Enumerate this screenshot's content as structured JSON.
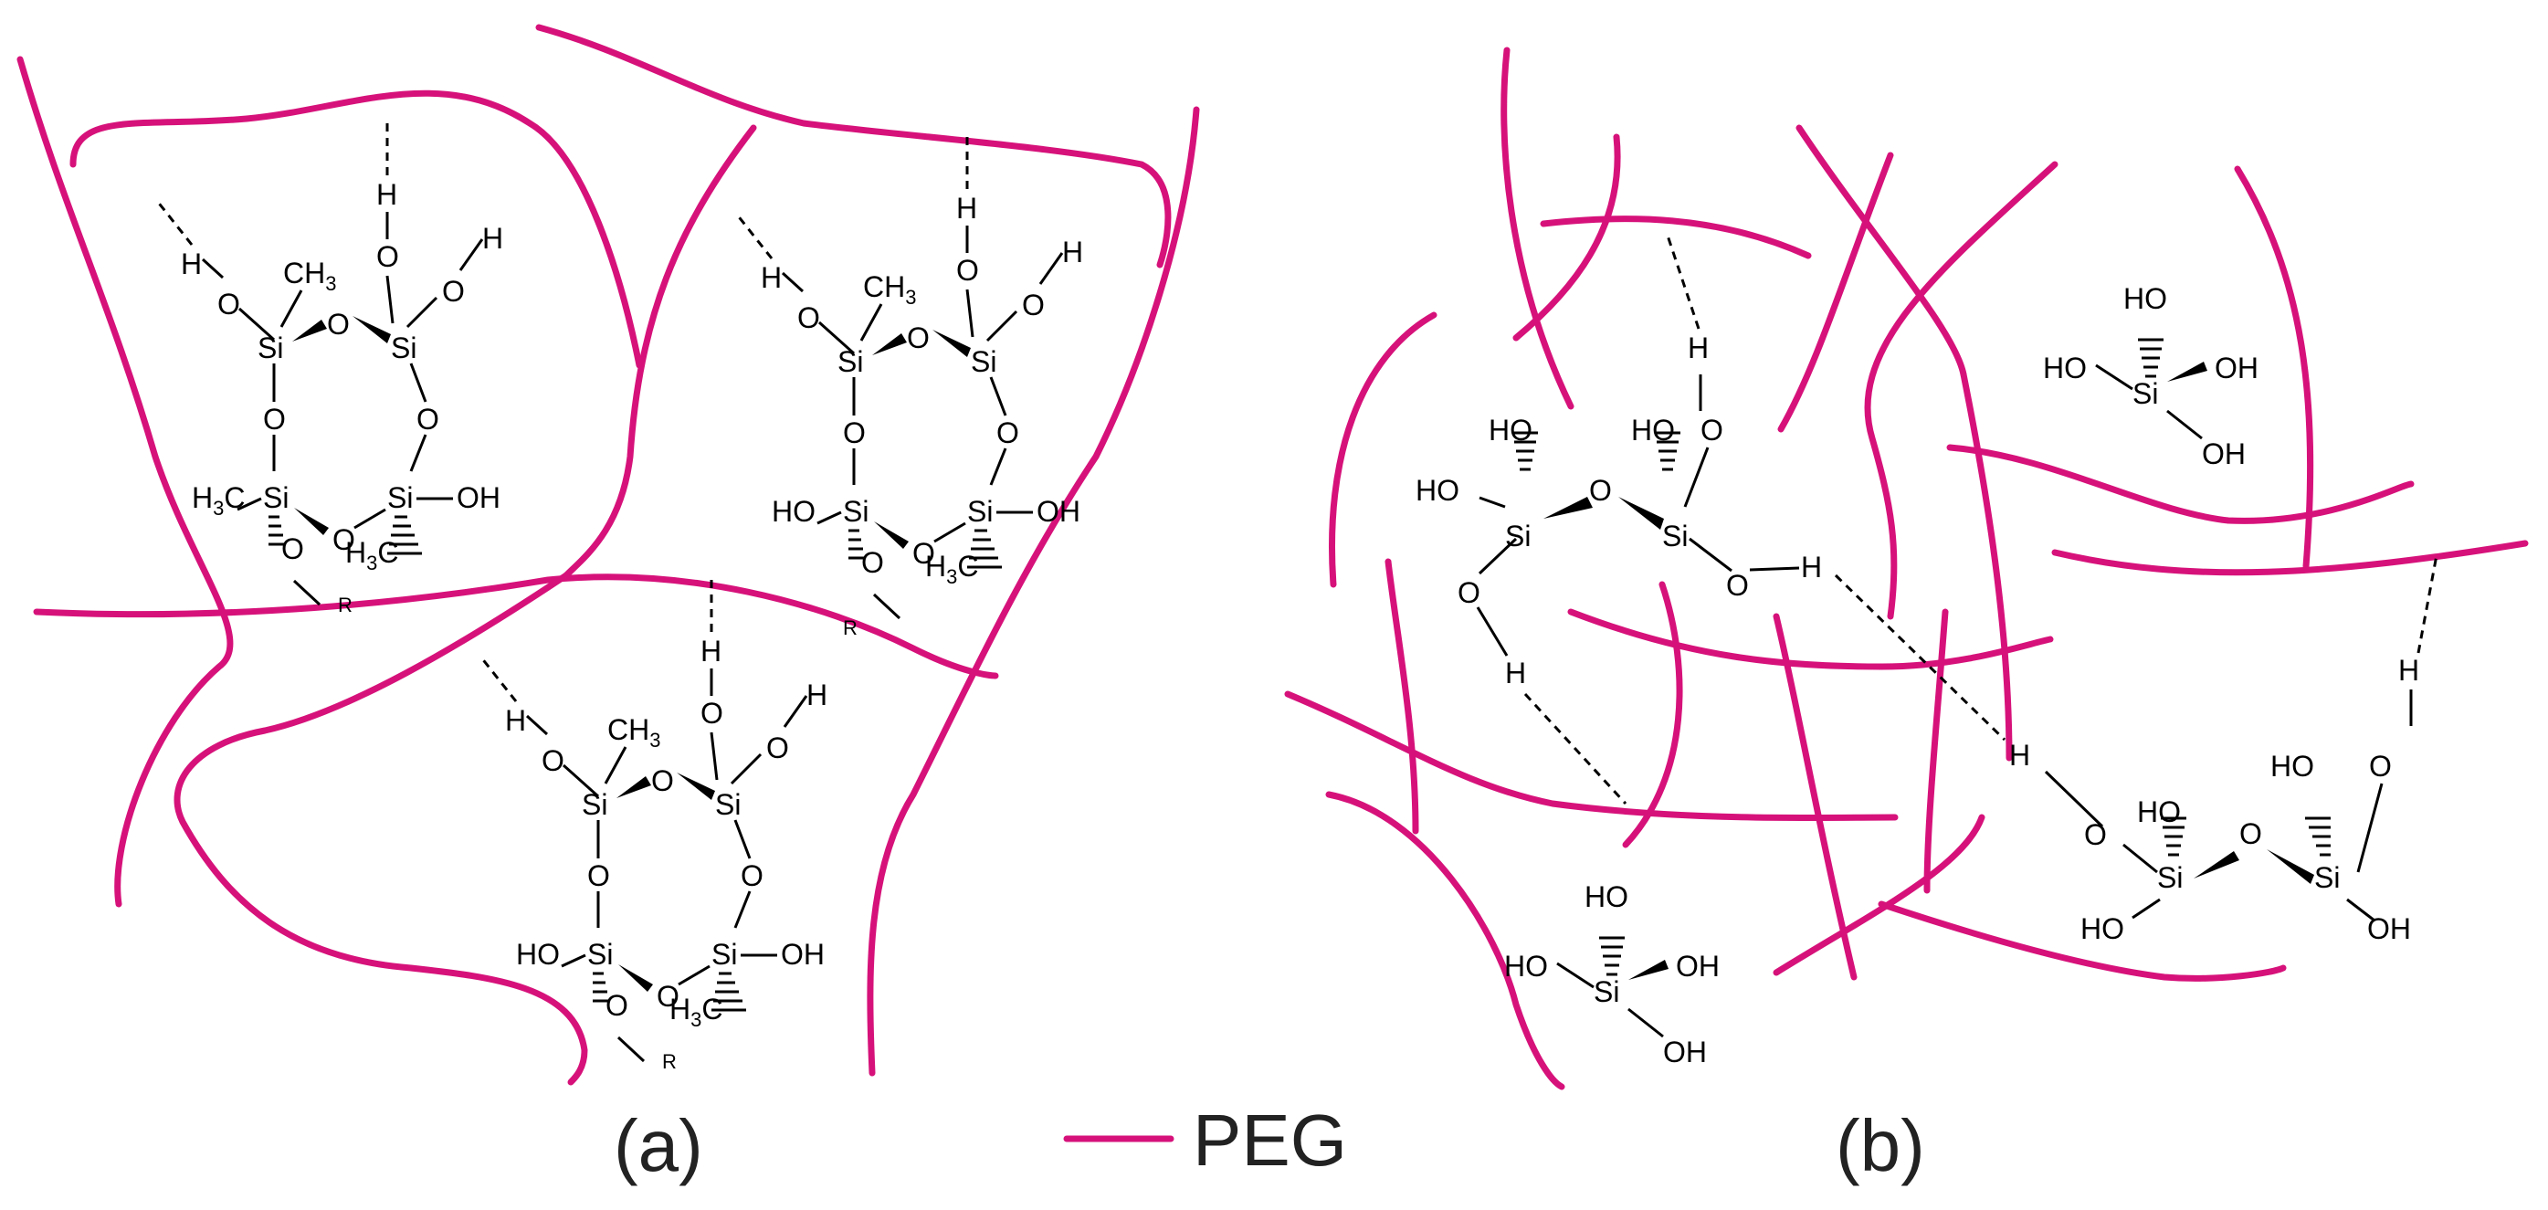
{
  "colors": {
    "peg": "#d6127a",
    "bond": "#000000"
  },
  "labels": {
    "panel_a": "(a)",
    "panel_b": "(b)",
    "legend": "PEG"
  },
  "atoms": {
    "si": "Si",
    "o": "O",
    "h": "H",
    "oh": "OH",
    "ho": "HO",
    "r": "R",
    "ch": "CH",
    "h_pre": "H",
    "c_post": "C",
    "three": "3"
  }
}
